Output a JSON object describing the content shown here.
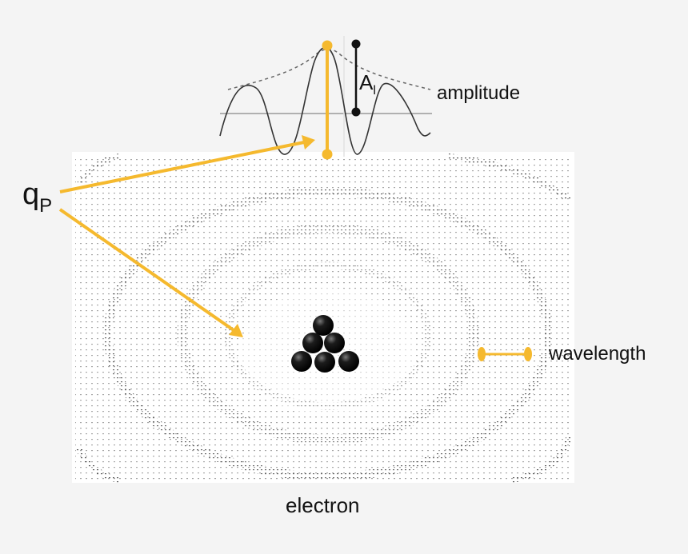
{
  "labels": {
    "qp_main": "q",
    "qp_sub": "P",
    "amplitude": "amplitude",
    "al_main": "A",
    "al_sub": "l",
    "wavelength": "wavelength",
    "electron": "electron"
  },
  "colors": {
    "accent": "#f5b92e",
    "wave": "#333333",
    "dots": "#666666",
    "background": "#f4f4f4",
    "field_background": "#ffffff"
  }
}
